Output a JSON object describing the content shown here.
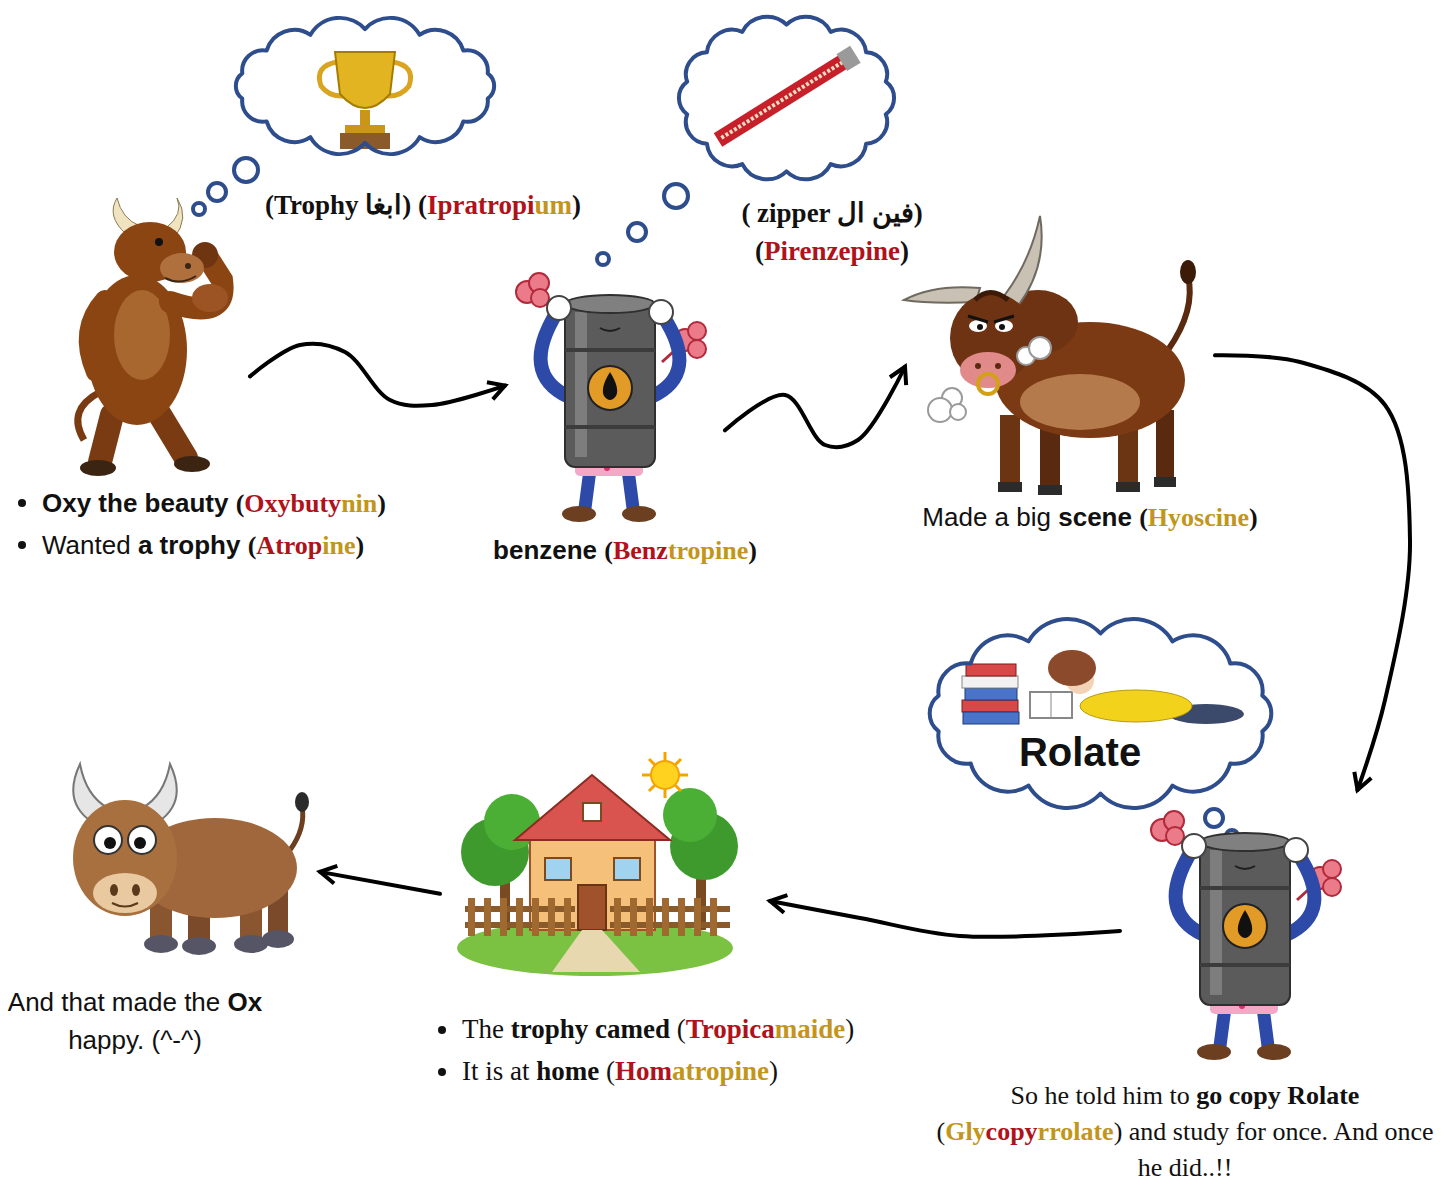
{
  "diagram": {
    "nodes": [
      {
        "text": [
          "Oxy the beauty (Oxybutynin)",
          "Wanted a trophy (Atropine)"
        ]
      },
      {
        "text": [
          "(Trophy ابغا) (Ipratropium)"
        ]
      },
      {
        "text": [
          "benzene (Benztropine)"
        ]
      },
      {
        "text": [
          "( zipper فين ال)",
          "(Pirenzepine)"
        ]
      },
      {
        "text": [
          "Made a big scene (Hyoscine)"
        ]
      },
      {
        "text": [
          "Rolate"
        ]
      },
      {
        "text": [
          "So he told him to go copy Rolate (Glycopyrrolate) and study for once. And once he did..!!"
        ]
      },
      {
        "text": [
          "The trophy camed (Tropicamaide)",
          "It is at home (Homatropine)"
        ]
      },
      {
        "text": [
          "And that made the Ox happy. (^-^)"
        ]
      }
    ],
    "edges": [
      {
        "from": 0,
        "to": 2,
        "arrow": "to"
      },
      {
        "from": 2,
        "to": 4,
        "arrow": "to"
      },
      {
        "from": 4,
        "to": 6,
        "arrow": "to"
      },
      {
        "from": 6,
        "to": 7,
        "arrow": "to"
      },
      {
        "from": 7,
        "to": 8,
        "arrow": "to"
      }
    ]
  }
}
